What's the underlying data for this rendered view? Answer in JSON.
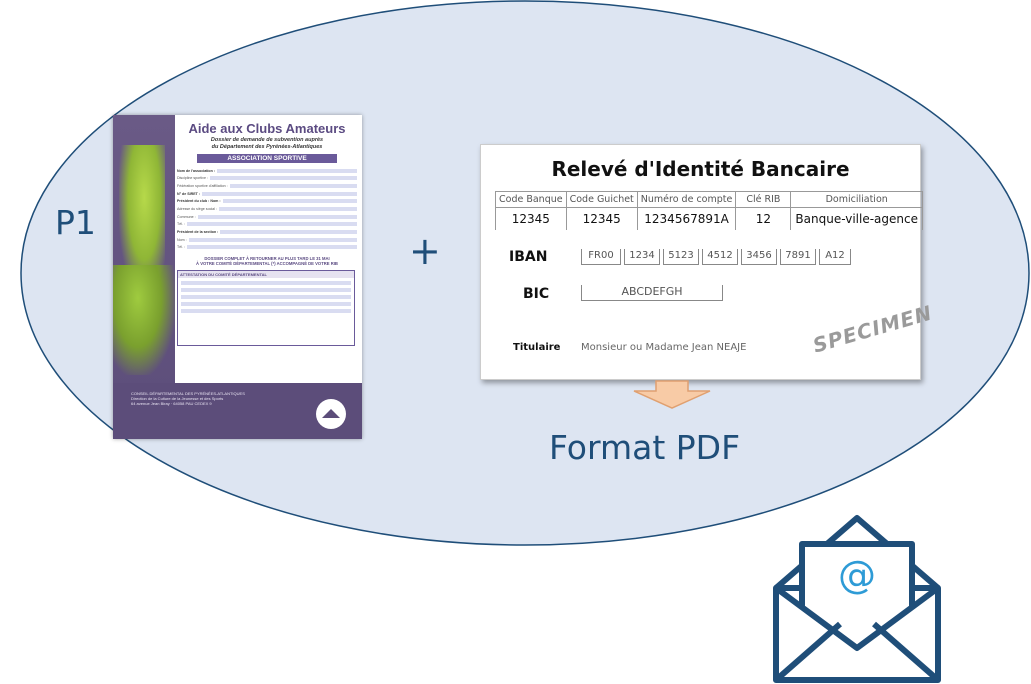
{
  "labels": {
    "p1": "P1",
    "plus": "+",
    "format": "Format PDF"
  },
  "form": {
    "title": "Aide aux Clubs Amateurs",
    "subtitle_line1": "Dossier de demande de subvention auprès",
    "subtitle_line2": "du Département des Pyrénées-Atlantiques",
    "section": "ASSOCIATION SPORTIVE",
    "fields": [
      "Nom de l'association :",
      "Discipline sportive :",
      "Fédération sportive d'affiliation :",
      "N° de SIRET :",
      "Président du club : Nom :",
      "Adresse du siège social :",
      "Commune :",
      "Tél. :",
      "Président de la section :",
      "Nom :",
      "Tél. :"
    ],
    "dossier_line1": "DOSSIER COMPLET À RETOURNER AU PLUS TARD LE 31 MAI",
    "dossier_line2": "À VOTRE COMITÉ DÉPARTEMENTAL (*) ACCOMPAGNÉ DE VOTRE RIB",
    "attest": "ATTESTATION DU COMITÉ DÉPARTEMENTAL",
    "footer_line1": "CONSEIL DÉPARTEMENTAL DES PYRÉNÉES-ATLANTIQUES",
    "footer_line2": "Direction de la Culture de la Jeunesse et des Sports",
    "footer_line3": "64 avenue Jean Biray · 64058 PAU CEDEX 9"
  },
  "rib": {
    "title": "Relevé d'Identité Bancaire",
    "headers": [
      "Code Banque",
      "Code Guichet",
      "Numéro de compte",
      "Clé RIB",
      "Domiciliation"
    ],
    "values": [
      "12345",
      "12345",
      "1234567891A",
      "12",
      "Banque-ville-agence"
    ],
    "iban_label": "IBAN",
    "iban_parts": [
      "FR00",
      "1234",
      "5123",
      "4512",
      "3456",
      "7891",
      "A12"
    ],
    "bic_label": "BIC",
    "bic_value": "ABCDEFGH",
    "holder_label": "Titulaire",
    "holder_value": "Monsieur ou Madame Jean NEAJE",
    "watermark": "SPECIMEN"
  },
  "icons": {
    "envelope": "email-envelope-icon",
    "at": "@"
  },
  "colors": {
    "ellipse_fill": "#dde5f2",
    "ellipse_stroke": "#1f4e79",
    "text_blue": "#1f4e79",
    "arrow_fill": "#f8cba6",
    "arrow_stroke": "#e0a070",
    "envelope_blue": "#1f4e79",
    "envelope_at": "#2e9bd6"
  }
}
